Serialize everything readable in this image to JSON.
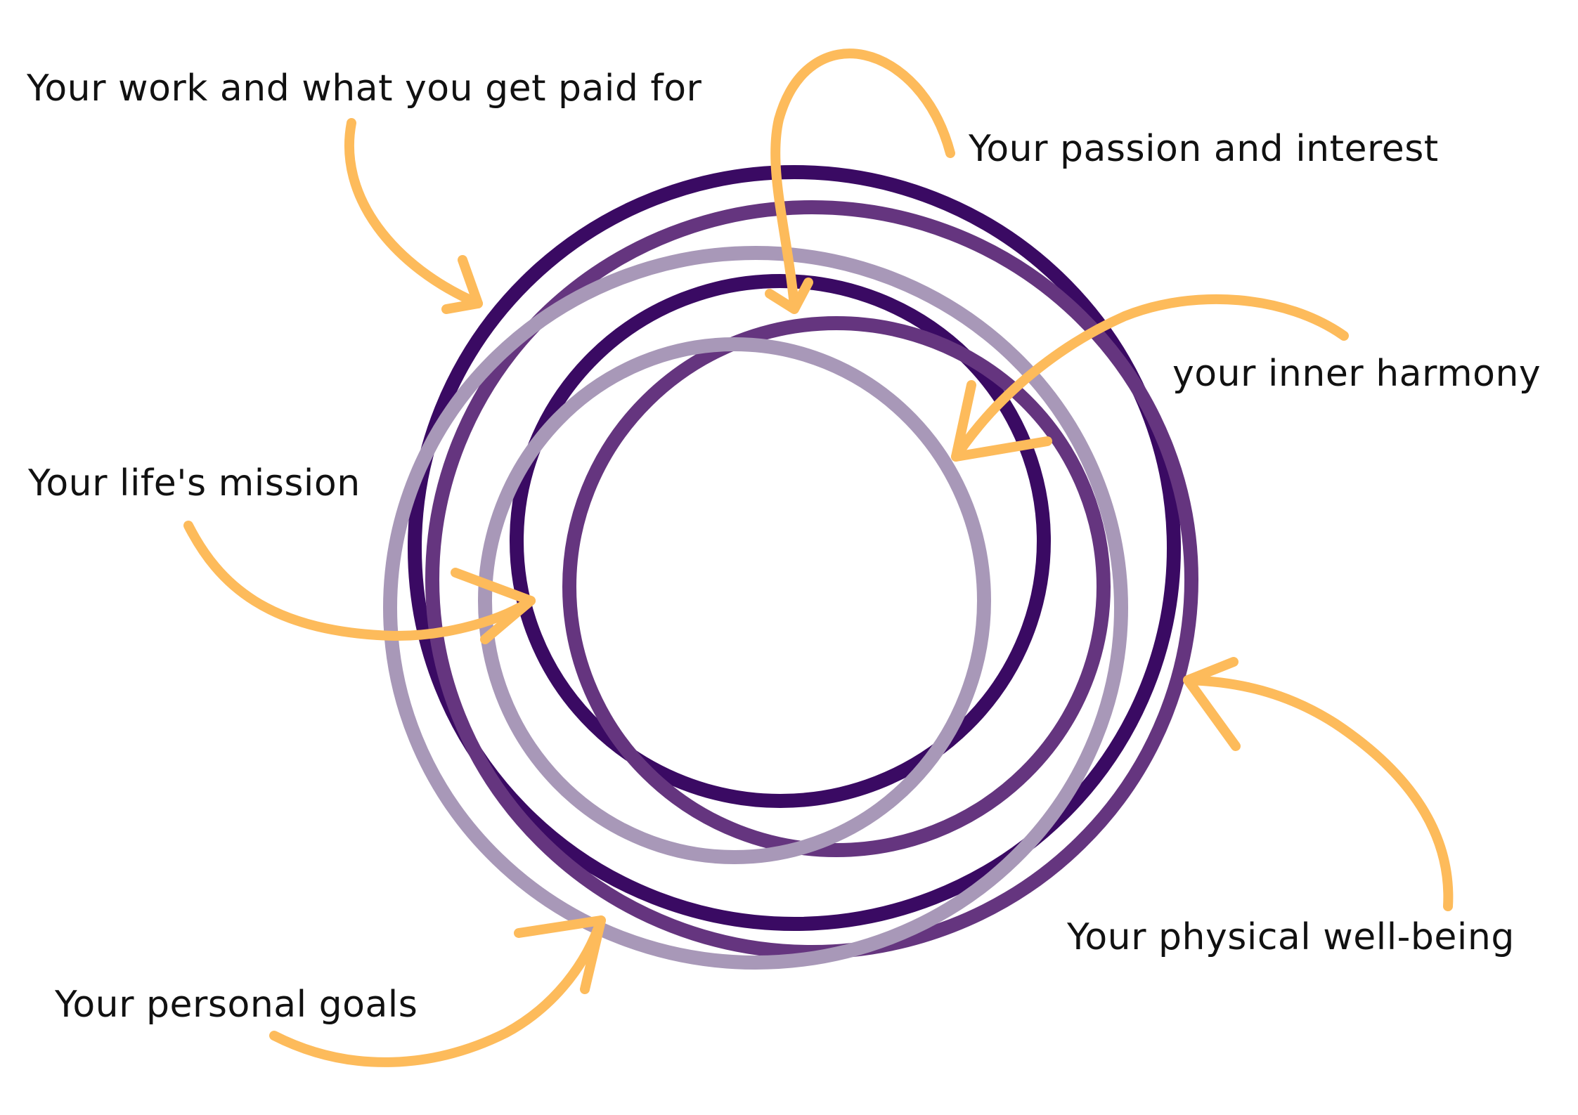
{
  "labels": {
    "work": "Your work and what you get paid for",
    "passion": "Your passion and interest",
    "harmony": "your inner harmony",
    "mission": "Your life's mission",
    "physical": "Your physical well-being",
    "goals": "Your personal goals"
  },
  "colors": {
    "ring_dark": "#3a0a63",
    "ring_mid": "#65357f",
    "ring_light": "#a898b8",
    "arrow": "#fdbb5b",
    "text": "#111111",
    "background": "#ffffff"
  }
}
